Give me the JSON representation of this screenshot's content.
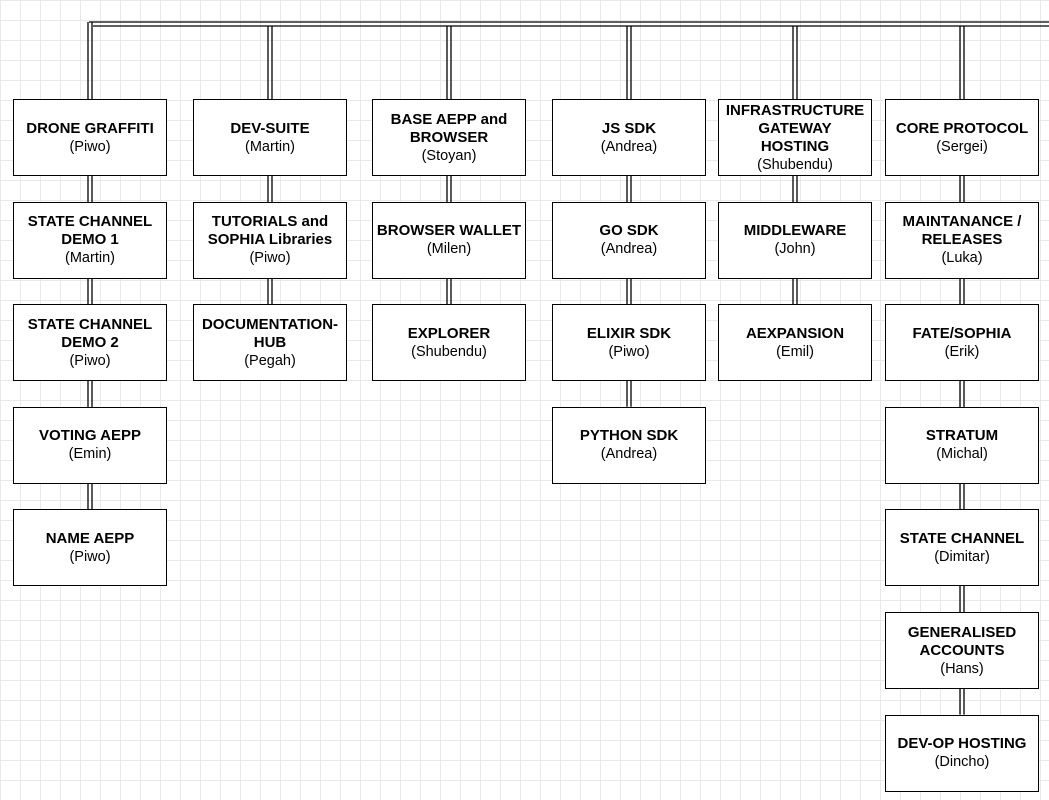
{
  "colors": {
    "line": "#000000",
    "node_border": "#000000",
    "node_fill": "#ffffff",
    "grid": "#e9e9e9"
  },
  "columns": [
    {
      "nodes": [
        {
          "lines": [
            "DRONE GRAFFITI"
          ],
          "owner": "(Piwo)"
        },
        {
          "lines": [
            "STATE CHANNEL",
            "DEMO 1"
          ],
          "owner": "(Martin)"
        },
        {
          "lines": [
            "STATE CHANNEL",
            "DEMO 2"
          ],
          "owner": "(Piwo)"
        },
        {
          "lines": [
            "VOTING AEPP"
          ],
          "owner": "(Emin)"
        },
        {
          "lines": [
            "NAME AEPP"
          ],
          "owner": "(Piwo)"
        }
      ]
    },
    {
      "nodes": [
        {
          "lines": [
            "DEV-SUITE"
          ],
          "owner": "(Martin)"
        },
        {
          "lines": [
            "TUTORIALS and",
            "SOPHIA Libraries"
          ],
          "owner": "(Piwo)"
        },
        {
          "lines": [
            "DOCUMENTATION-",
            "HUB"
          ],
          "owner": "(Pegah)"
        }
      ]
    },
    {
      "nodes": [
        {
          "lines": [
            "BASE AEPP and",
            "BROWSER"
          ],
          "owner": "(Stoyan)"
        },
        {
          "lines": [
            "BROWSER WALLET"
          ],
          "owner": "(Milen)"
        },
        {
          "lines": [
            "EXPLORER"
          ],
          "owner": "(Shubendu)"
        }
      ]
    },
    {
      "nodes": [
        {
          "lines": [
            "JS SDK"
          ],
          "owner": "(Andrea)"
        },
        {
          "lines": [
            "GO SDK"
          ],
          "owner": "(Andrea)"
        },
        {
          "lines": [
            "ELIXIR SDK"
          ],
          "owner": "(Piwo)"
        },
        {
          "lines": [
            "PYTHON SDK"
          ],
          "owner": "(Andrea)"
        }
      ]
    },
    {
      "nodes": [
        {
          "lines": [
            "INFRASTRUCTURE",
            "GATEWAY",
            "HOSTING"
          ],
          "owner": "(Shubendu)"
        },
        {
          "lines": [
            "MIDDLEWARE"
          ],
          "owner": "(John)"
        },
        {
          "lines": [
            "AEXPANSION"
          ],
          "owner": "(Emil)"
        }
      ]
    },
    {
      "nodes": [
        {
          "lines": [
            "CORE PROTOCOL"
          ],
          "owner": "(Sergei)"
        },
        {
          "lines": [
            "MAINTANANCE /",
            "RELEASES"
          ],
          "owner": "(Luka)"
        },
        {
          "lines": [
            "FATE/SOPHIA"
          ],
          "owner": "(Erik)"
        },
        {
          "lines": [
            "STRATUM"
          ],
          "owner": "(Michal)"
        },
        {
          "lines": [
            "STATE CHANNEL"
          ],
          "owner": "(Dimitar)"
        },
        {
          "lines": [
            "GENERALISED",
            "ACCOUNTS"
          ],
          "owner": "(Hans)"
        },
        {
          "lines": [
            "DEV-OP HOSTING"
          ],
          "owner": "(Dincho)"
        }
      ]
    }
  ]
}
